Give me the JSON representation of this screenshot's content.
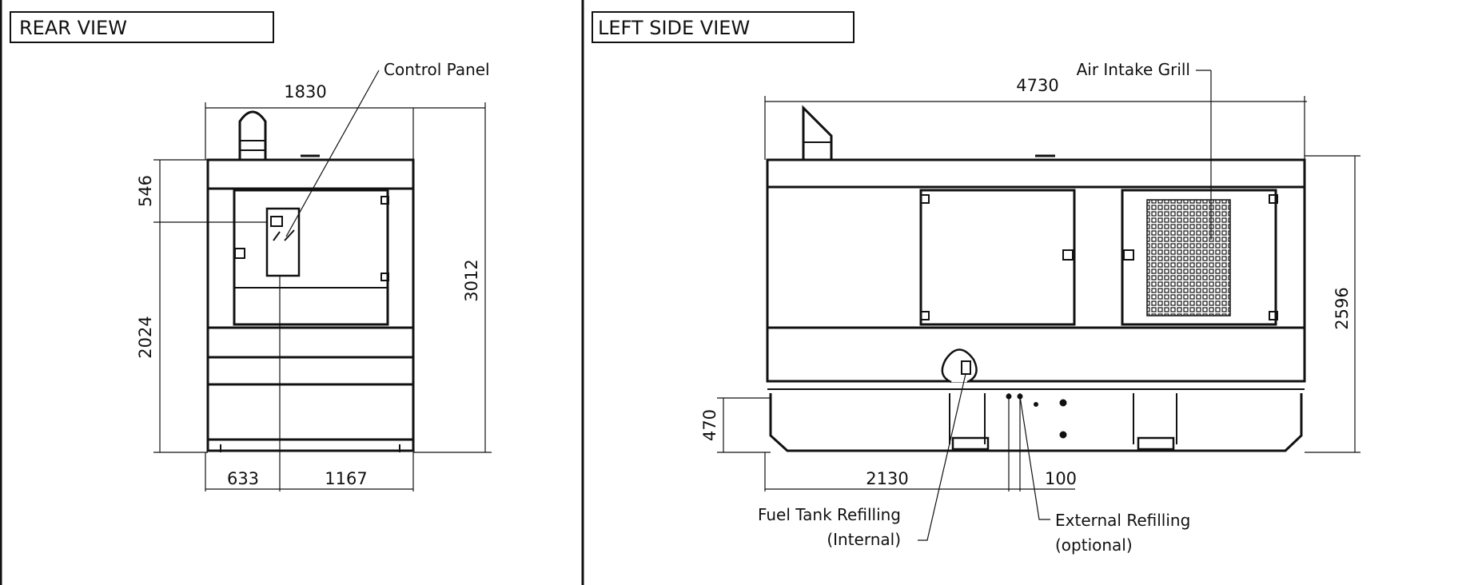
{
  "rear_view": {
    "title": "REAR VIEW",
    "callout_control_panel": "Control Panel",
    "dim_width": "1830",
    "dim_height_total": "3012",
    "dim_top": "546",
    "dim_lower": "2024",
    "dim_left_base": "633",
    "dim_right_base": "1167"
  },
  "left_side_view": {
    "title": "LEFT SIDE VIEW",
    "callout_air_intake": "Air Intake Grill",
    "dim_length": "4730",
    "dim_height": "2596",
    "dim_base_height": "470",
    "dim_fuel_pos": "2130",
    "dim_ext_pos": "100",
    "callout_fuel_line1": "Fuel Tank Refilling",
    "callout_fuel_line2": "(Internal)",
    "callout_ext_line1": "External Refilling",
    "callout_ext_line2": "(optional)"
  }
}
